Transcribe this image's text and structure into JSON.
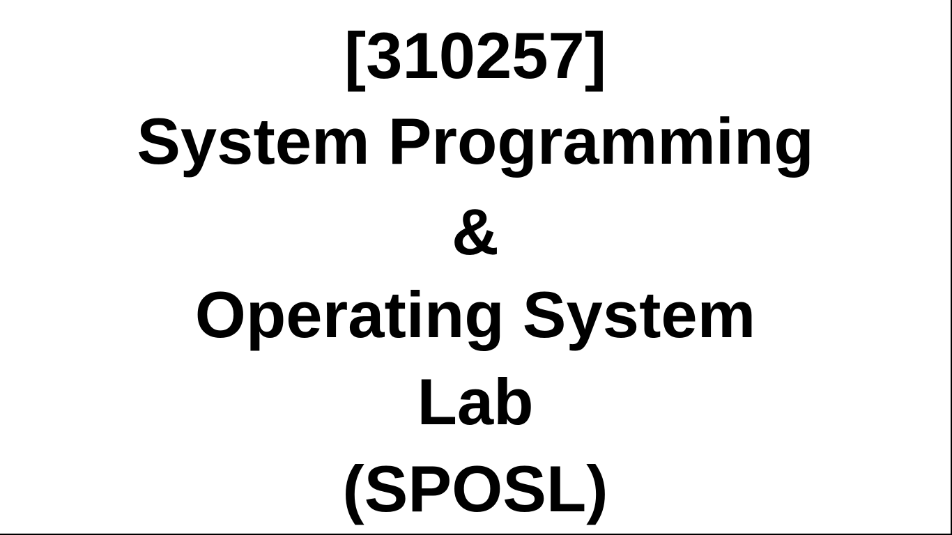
{
  "slide": {
    "lines": [
      "[310257]",
      "System Programming",
      "&",
      " Operating System",
      "Lab",
      "(SPOSL)"
    ]
  }
}
